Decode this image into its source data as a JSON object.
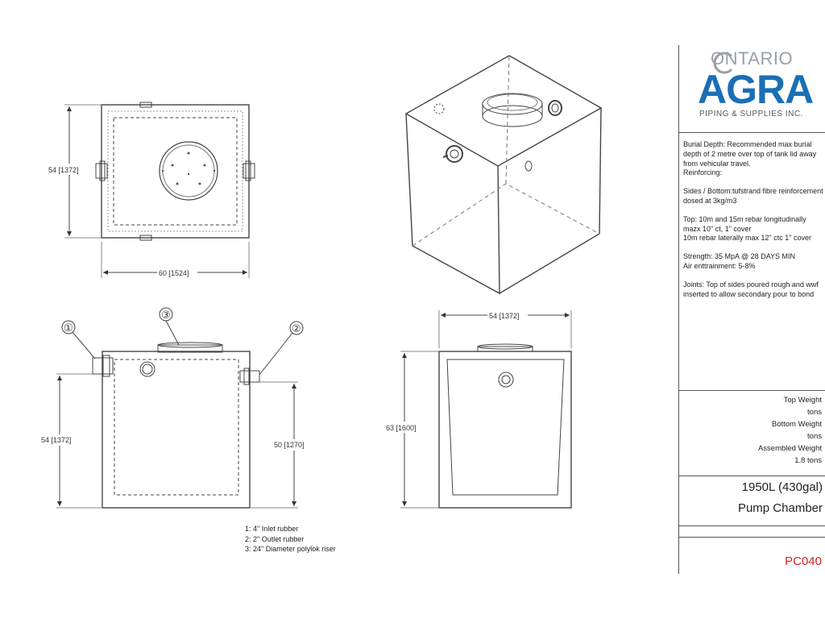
{
  "top_view": {
    "width_dim": "60 [1524]",
    "depth_dim": "54 [1372]"
  },
  "front_view": {
    "height_dim": "54 [1372]",
    "outlet_height_dim": "50 [1270]",
    "callouts": [
      "①",
      "②",
      "③"
    ]
  },
  "side_view": {
    "width_dim": "54 [1372]",
    "height_dim": "63 [1600]"
  },
  "notes": [
    "1: 4\" Inlet rubber",
    "2: 2\" Outlet rubber",
    "3: 24\" Diameter polylok riser"
  ],
  "logo": {
    "ontario": "ONTARIO",
    "agra": "AGRA",
    "tagline": "PIPING & SUPPLIES INC."
  },
  "specs": {
    "burial": "Burial Depth: Recommended max burial depth of 2 metre over top of tank lid away from vehicular travel.",
    "reinforcing": "Reinforcing:",
    "sides": "Sides / Bottom:tufstrand fibre reinforcement dosed at 3kg/m3",
    "top1": "Top: 10m and 15m rebar longitudinally mazx 10\" ct, 1\" cover",
    "top2": "10m rebar laterally max 12\" ctc 1\" cover",
    "strength": "Strength: 35 MpA @ 28 DAYS MIN",
    "air": "Air enttrainment: 5-8%",
    "joints": "Joints: Top of sides poured rough and wwf inserted to allow secondary pour to bond"
  },
  "weights": {
    "top_label": "Top Weight",
    "top_unit": "tons",
    "bottom_label": "Bottom Weight",
    "bottom_unit": "tons",
    "assembled_label": "Assembled Weight",
    "assembled_value": "1.8 tons"
  },
  "title": {
    "line1": "1950L (430gal)",
    "line2": "Pump Chamber"
  },
  "drawing_code": "PC040",
  "colors": {
    "brand_blue": "#1a6fb5",
    "code_red": "#d42020"
  }
}
